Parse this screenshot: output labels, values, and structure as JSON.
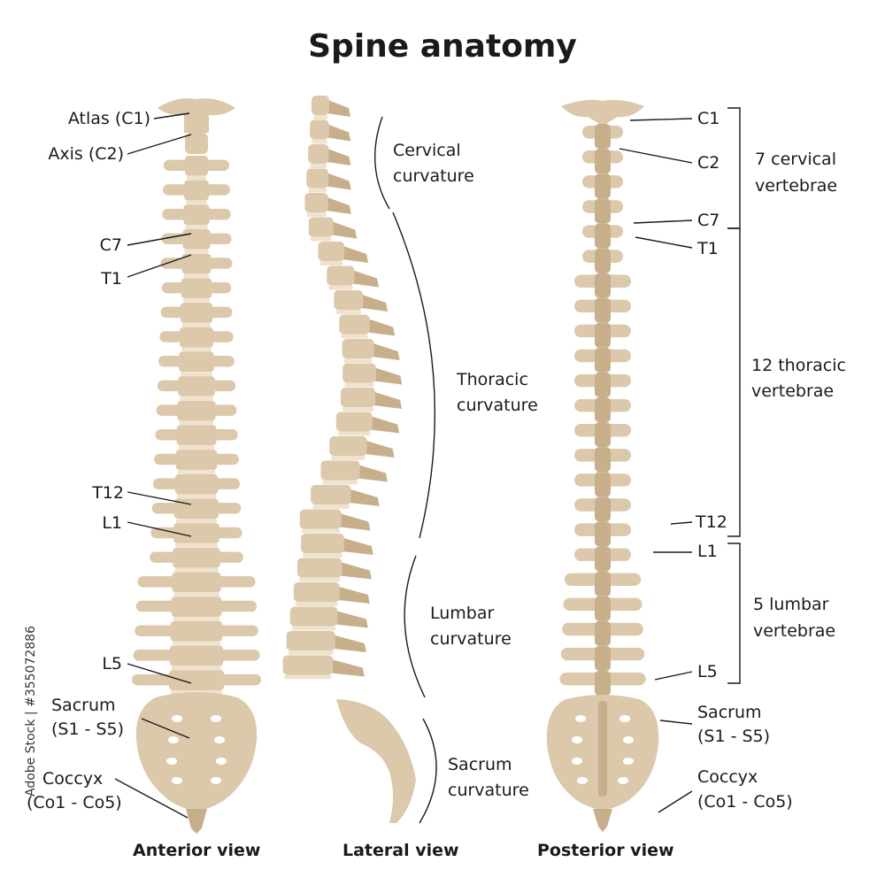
{
  "title": "Spine anatomy",
  "colors": {
    "bone": "#dcc8aa",
    "bone_dark": "#c8af8c",
    "disc": "#efe3d0",
    "foramen": "#ffffff",
    "line": "#1a1a1a"
  },
  "anterior": {
    "view_label": "Anterior view",
    "labels": {
      "atlas": "Atlas (C1)",
      "axis": "Axis (C2)",
      "c7": "C7",
      "t1": "T1",
      "t12": "T12",
      "l1": "L1",
      "l5": "L5",
      "sacrum_1": "Sacrum",
      "sacrum_2": "(S1 - S5)",
      "coccyx_1": "Coccyx",
      "coccyx_2": "(Co1 - Co5)"
    }
  },
  "lateral": {
    "view_label": "Lateral view",
    "labels": {
      "cervical_1": "Cervical",
      "cervical_2": "curvature",
      "thoracic_1": "Thoracic",
      "thoracic_2": "curvature",
      "lumbar_1": "Lumbar",
      "lumbar_2": "curvature",
      "sacrum_1": "Sacrum",
      "sacrum_2": "curvature"
    }
  },
  "posterior": {
    "view_label": "Posterior view",
    "labels": {
      "c1": "C1",
      "c2": "C2",
      "c7": "C7",
      "t1": "T1",
      "t12": "T12",
      "l1": "L1",
      "l5": "L5",
      "sacrum_1": "Sacrum",
      "sacrum_2": "(S1 - S5)",
      "coccyx_1": "Coccyx",
      "coccyx_2": "(Co1 - Co5)"
    },
    "groups": {
      "cervical_1": "7 cervical",
      "cervical_2": "vertebrae",
      "thoracic_1": "12 thoracic",
      "thoracic_2": "vertebrae",
      "lumbar_1": "5 lumbar",
      "lumbar_2": "vertebrae"
    }
  },
  "watermark": "Adobe Stock | #355072886"
}
